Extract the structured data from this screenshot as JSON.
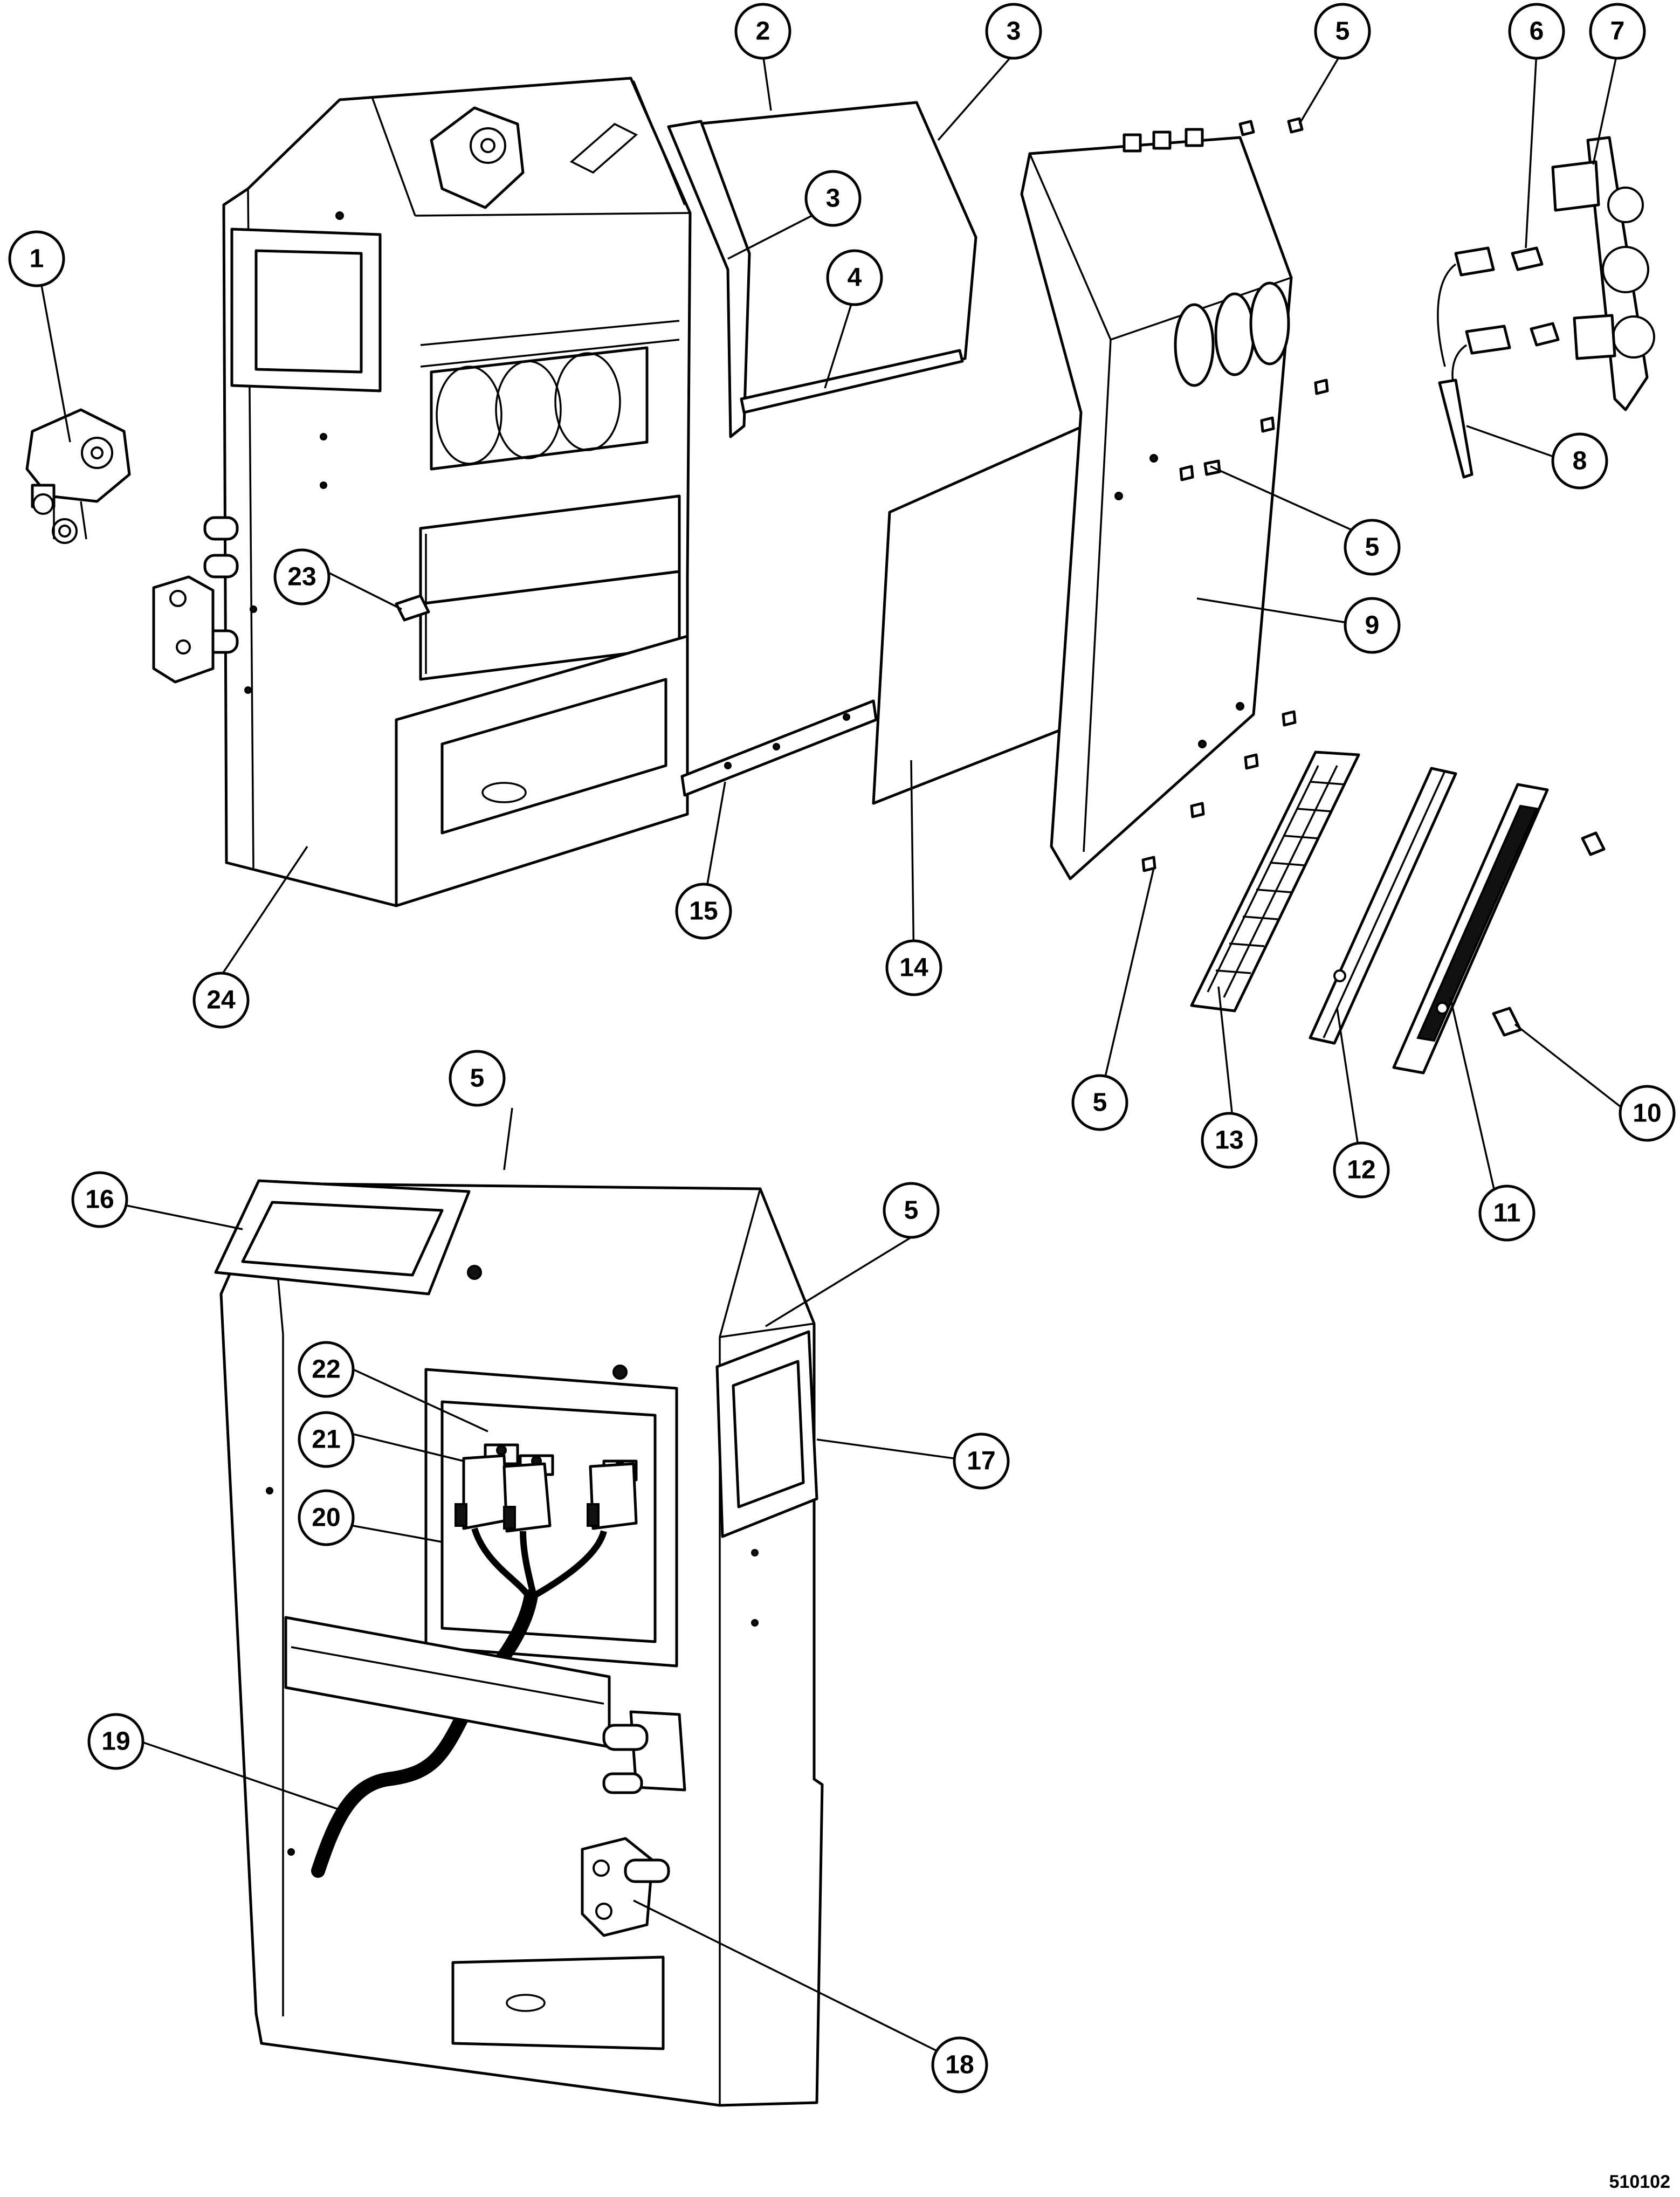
{
  "diagram": {
    "document_code": "510102",
    "callouts": [
      {
        "id": "c1",
        "label": "1"
      },
      {
        "id": "c2",
        "label": "2"
      },
      {
        "id": "c3a",
        "label": "3"
      },
      {
        "id": "c3b",
        "label": "3"
      },
      {
        "id": "c4",
        "label": "4"
      },
      {
        "id": "c5a",
        "label": "5"
      },
      {
        "id": "c5b",
        "label": "5"
      },
      {
        "id": "c5c",
        "label": "5"
      },
      {
        "id": "c5d",
        "label": "5"
      },
      {
        "id": "c5e",
        "label": "5"
      },
      {
        "id": "c6",
        "label": "6"
      },
      {
        "id": "c7",
        "label": "7"
      },
      {
        "id": "c8",
        "label": "8"
      },
      {
        "id": "c9",
        "label": "9"
      },
      {
        "id": "c10",
        "label": "10"
      },
      {
        "id": "c11",
        "label": "11"
      },
      {
        "id": "c12",
        "label": "12"
      },
      {
        "id": "c13",
        "label": "13"
      },
      {
        "id": "c14",
        "label": "14"
      },
      {
        "id": "c15",
        "label": "15"
      },
      {
        "id": "c16",
        "label": "16"
      },
      {
        "id": "c17",
        "label": "17"
      },
      {
        "id": "c18",
        "label": "18"
      },
      {
        "id": "c19",
        "label": "19"
      },
      {
        "id": "c20",
        "label": "20"
      },
      {
        "id": "c21",
        "label": "21"
      },
      {
        "id": "c22",
        "label": "22"
      },
      {
        "id": "c23",
        "label": "23"
      },
      {
        "id": "c24",
        "label": "24"
      }
    ]
  }
}
